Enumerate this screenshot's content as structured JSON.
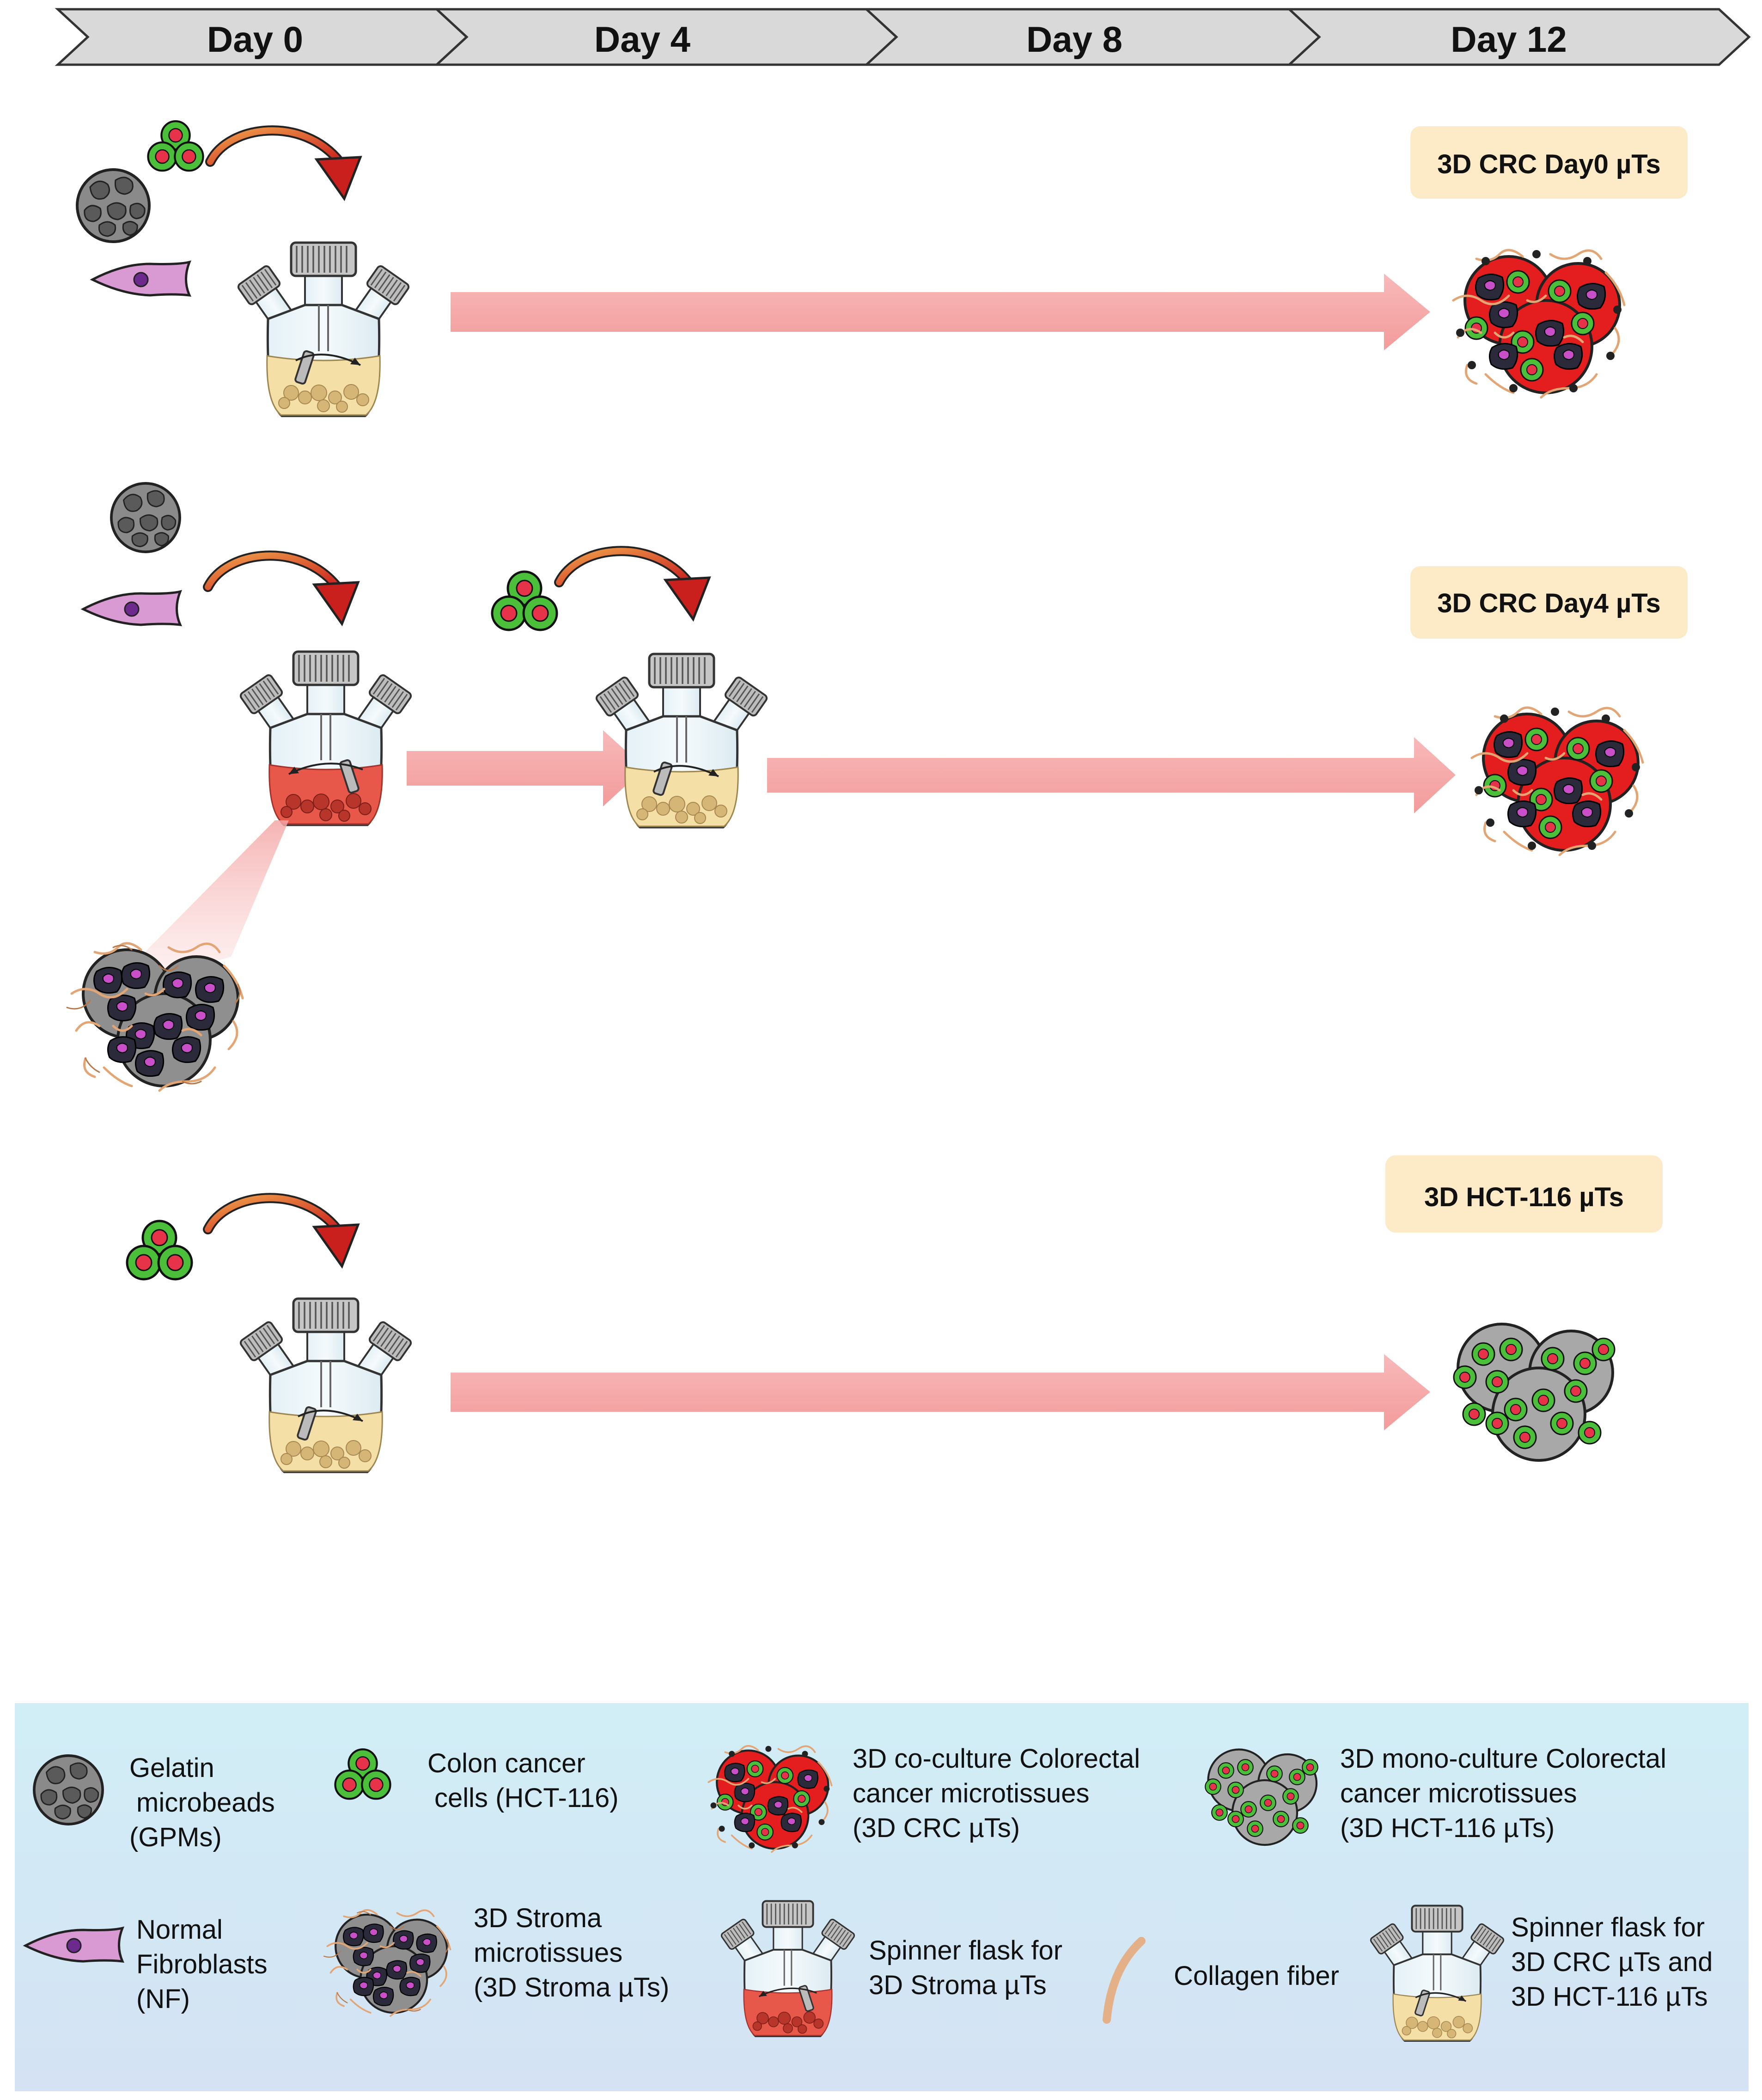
{
  "timeline": {
    "days": [
      "Day 0",
      "Day 4",
      "Day 8",
      "Day 12"
    ]
  },
  "rows": [
    {
      "result_label": "3D CRC Day0 µTs"
    },
    {
      "result_label": "3D CRC Day4 µTs"
    },
    {
      "result_label": "3D HCT-116 µTs"
    }
  ],
  "legend": {
    "gpm": [
      "Gelatin",
      "microbeads",
      "(GPMs)"
    ],
    "colon": [
      "Colon cancer",
      "cells  (HCT-116)"
    ],
    "crc": [
      "3D co-culture Colorectal",
      "cancer microtissues",
      "(3D CRC µTs)"
    ],
    "mono": [
      "3D mono-culture Colorectal",
      "cancer microtissues",
      "(3D HCT-116 µTs)"
    ],
    "nf": [
      "Normal",
      "Fibroblasts",
      "(NF)"
    ],
    "stroma": [
      "3D Stroma",
      "microtissues",
      "(3D Stroma µTs)"
    ],
    "flask_stroma": [
      "Spinner flask for",
      "3D Stroma µTs"
    ],
    "collagen": [
      "Collagen fiber"
    ],
    "flask_crc": [
      "Spinner flask for",
      "3D CRC µTs  and",
      "3D HCT-116 µTs"
    ]
  },
  "colors": {
    "banner": "#d9d9d9",
    "label_box": "#fdebc8",
    "flow_arrow": "#f6a5a5",
    "curve_arrow": "#d83a1f",
    "legend_top": "#d1eef6",
    "legend_bottom": "#d4e4f3",
    "cancer_green": "#4bbf3a",
    "cancer_red": "#e6334a",
    "fibroblast": "#d99ad4",
    "medium_yellow": "#f4dfa6",
    "medium_red": "#e7584a"
  }
}
